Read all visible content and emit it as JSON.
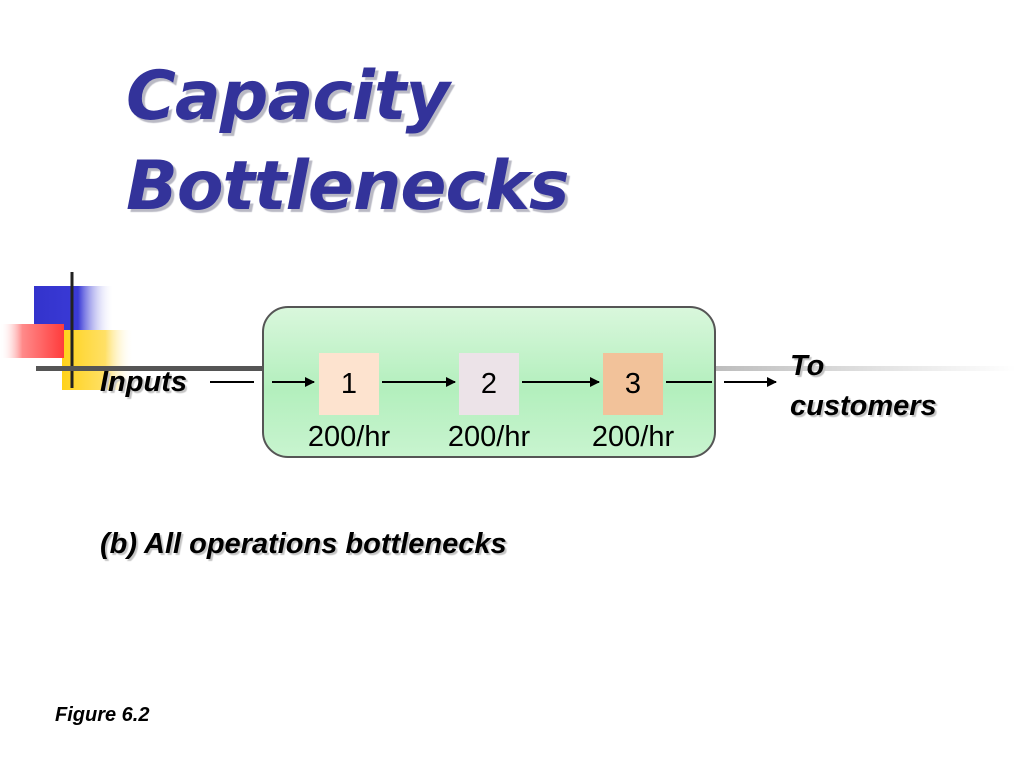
{
  "slide": {
    "title_line1": "Capacity",
    "title_line2": "Bottlenecks"
  },
  "diagram": {
    "input_label": "Inputs",
    "output_label_line1": "To",
    "output_label_line2": "customers",
    "operations": [
      {
        "label": "1",
        "rate": "200/hr",
        "color": "#fde3cf"
      },
      {
        "label": "2",
        "rate": "200/hr",
        "color": "#ece3e8"
      },
      {
        "label": "3",
        "rate": "200/hr",
        "color": "#f2c29a"
      }
    ],
    "caption": "(b) All operations bottlenecks"
  },
  "figure_label": "Figure 6.2",
  "colors": {
    "title": "#33339a",
    "pipe_fill": "#b3efbd",
    "deco_blue": "#3333cc",
    "deco_yellow": "#ffd21a",
    "deco_red": "#ff3b3b"
  }
}
